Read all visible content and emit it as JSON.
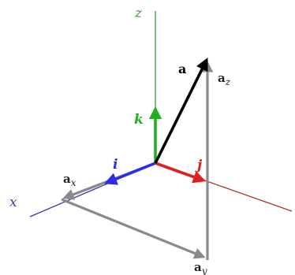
{
  "diagram": {
    "axes": {
      "x": {
        "label": "x",
        "color": "#3a3aa8"
      },
      "y": {
        "label": "",
        "color": "#b03030"
      },
      "z": {
        "label": "z",
        "color": "#3a9a3a"
      }
    },
    "unit_vectors": {
      "i": {
        "label": "i",
        "color": "#2c2cf0"
      },
      "j": {
        "label": "j",
        "color": "#e02020"
      },
      "k": {
        "label": "k",
        "color": "#22b022"
      }
    },
    "vector_a": {
      "label": "a",
      "color": "#000000"
    },
    "components": {
      "ax": {
        "base": "a",
        "sub": "x",
        "color": "#8a8a8a"
      },
      "ay": {
        "base": "a",
        "sub": "y",
        "color": "#8a8a8a"
      },
      "az": {
        "base": "a",
        "sub": "z",
        "color": "#8a8a8a"
      }
    }
  }
}
